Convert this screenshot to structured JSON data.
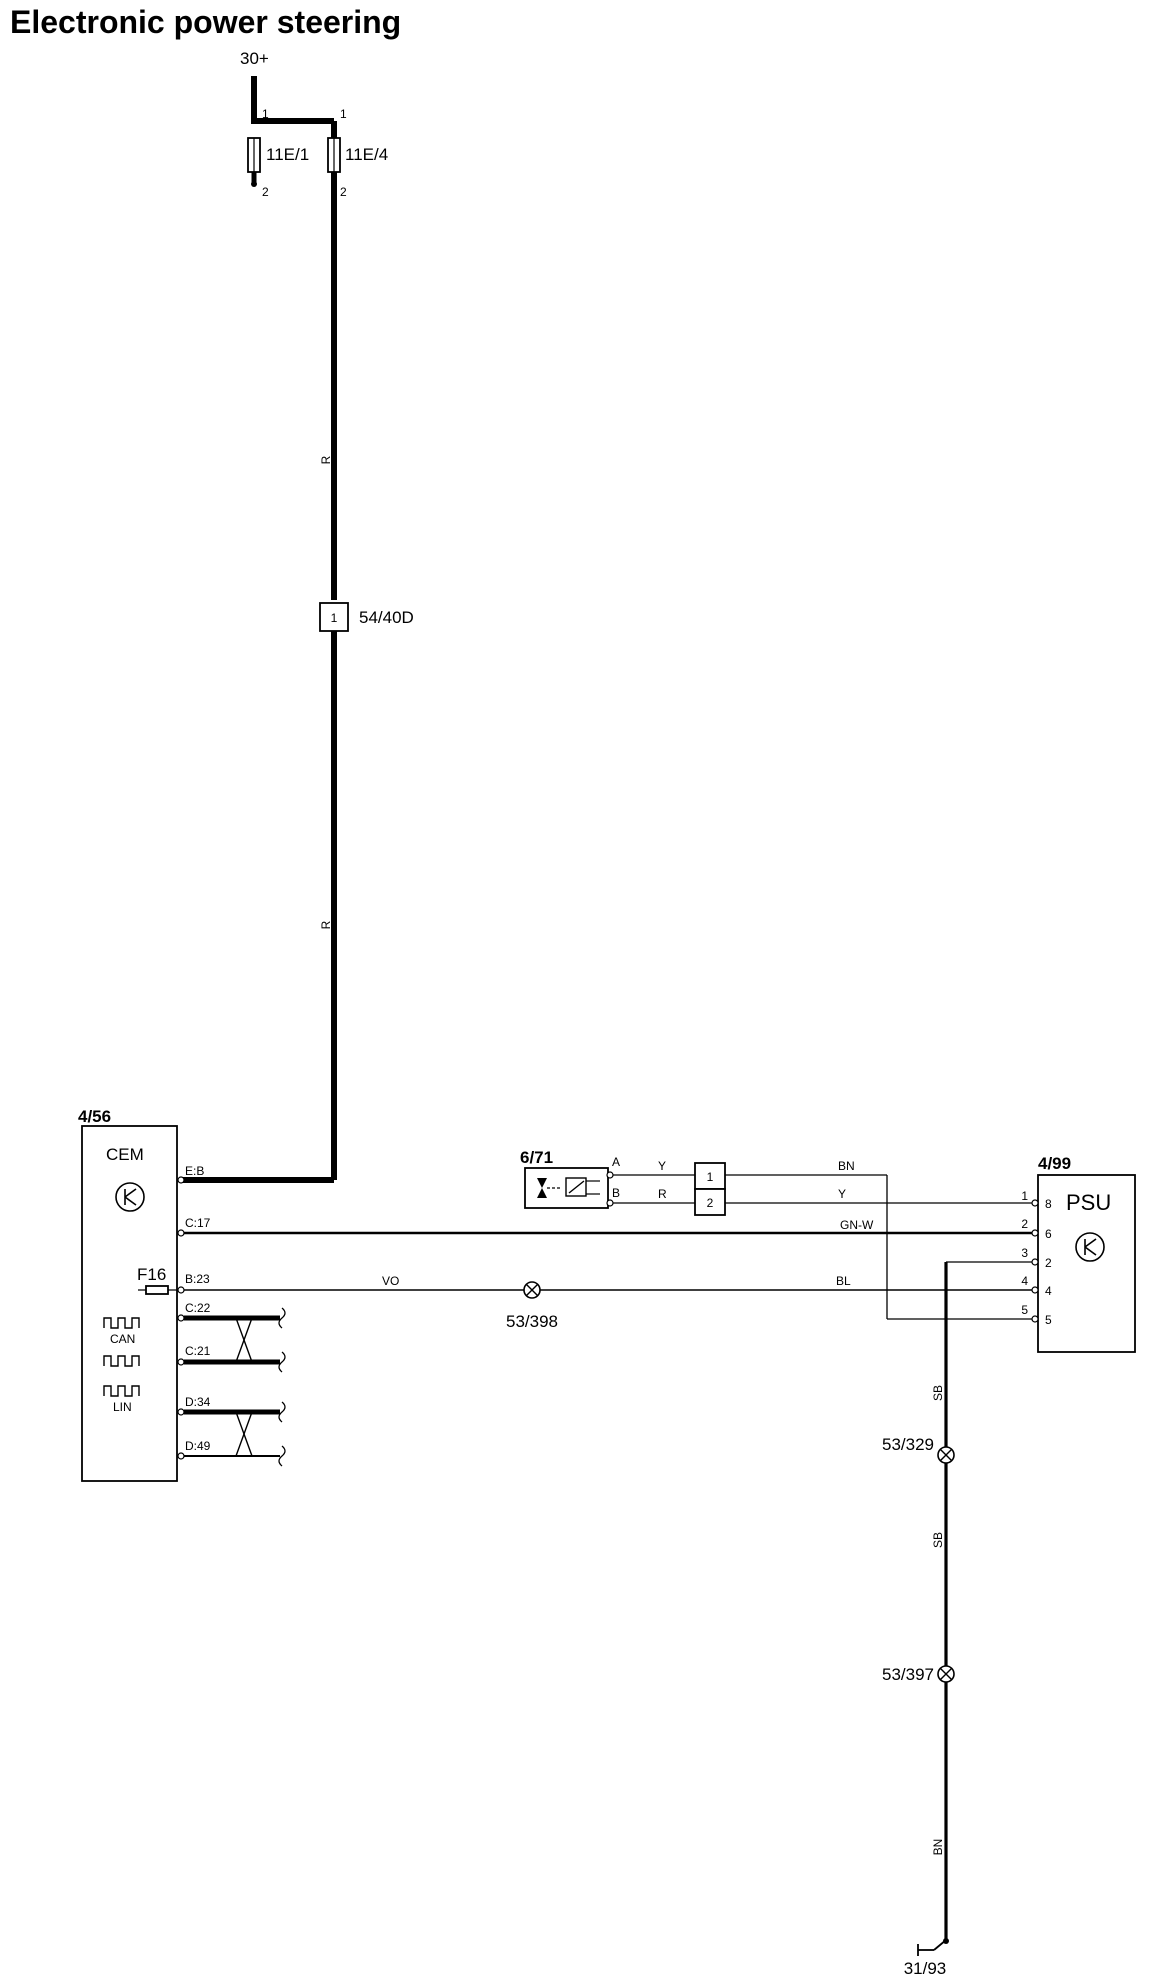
{
  "title": "Electronic power steering",
  "supply": {
    "label": "30+"
  },
  "fuses": [
    {
      "id": "11E/1",
      "pin_top": "1",
      "pin_bottom": "2"
    },
    {
      "id": "11E/4",
      "pin_top": "1",
      "pin_bottom": "2"
    }
  ],
  "connector_54": {
    "id": "54/40D",
    "pin": "1"
  },
  "wire_colors": {
    "supply_1": "R",
    "supply_2": "R",
    "sensor_a": "Y",
    "sensor_b": "R",
    "psu_8": "BN",
    "psu_6_from_conn": "Y",
    "c17": "GN-W",
    "b23": "VO",
    "b23_right": "BL",
    "ground_1": "SB",
    "ground_2": "SB",
    "ground_3": "BN"
  },
  "cem": {
    "id": "4/56",
    "name": "CEM",
    "pins": {
      "eb": "E:B",
      "c17": "C:17",
      "b23": "B:23",
      "c22": "C:22",
      "c21": "C:21",
      "d34": "D:34",
      "d49": "D:49"
    },
    "fuse": "F16",
    "bus_can": "CAN",
    "bus_lin": "LIN"
  },
  "sensor": {
    "id": "6/71",
    "pin_a": "A",
    "pin_b": "B"
  },
  "junction_connector": {
    "pin1": "1",
    "pin2": "2"
  },
  "psu": {
    "id": "4/99",
    "name": "PSU",
    "outer_pins": [
      "1",
      "2",
      "3",
      "4",
      "5"
    ],
    "inner_pins": [
      "8",
      "6",
      "2",
      "4",
      "5"
    ]
  },
  "splices": {
    "s398": "53/398",
    "s329": "53/329",
    "s397": "53/397"
  },
  "ground": {
    "id": "31/93"
  }
}
